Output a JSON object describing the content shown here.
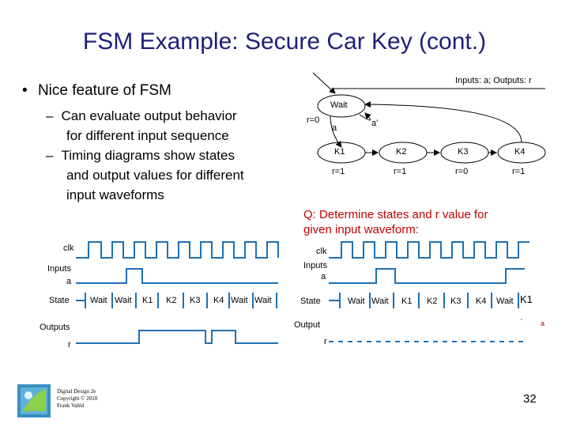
{
  "title": "FSM Example: Secure Car Key (cont.)",
  "bullet": {
    "marker": "•",
    "text": "Nice feature of FSM",
    "subs": [
      {
        "dash": "–",
        "lines": [
          "Can evaluate output behavior",
          "for different input sequence"
        ]
      },
      {
        "dash": "–",
        "lines": [
          "Timing diagrams show states",
          "and output values for different",
          "input waveforms"
        ]
      }
    ]
  },
  "fsm": {
    "header": "Inputs: a; Outputs: r",
    "wait_state": "Wait",
    "wait_output": "r=0",
    "edge_a": "a",
    "edge_a_not": "a'",
    "states": [
      {
        "name": "K1",
        "output": "r=1"
      },
      {
        "name": "K2",
        "output": "r=1"
      },
      {
        "name": "K3",
        "output": "r=0"
      },
      {
        "name": "K4",
        "output": "r=1"
      }
    ]
  },
  "question": [
    "Q: Determine states and r value for",
    "given input waveform:"
  ],
  "left_timing": {
    "labels": {
      "clk": "clk",
      "inputs": "Inputs",
      "a": "a",
      "state": "State",
      "outputs": "Outputs",
      "r": "r"
    },
    "states": [
      "Wait",
      "Wait",
      "K1",
      "K2",
      "K3",
      "K4",
      "Wait",
      "Wait"
    ]
  },
  "right_timing": {
    "labels": {
      "clk": "clk",
      "inputs": "Inputs",
      "a": "a",
      "state": "State",
      "output": "Output",
      "r": "r"
    },
    "states": [
      "Wait",
      "Wait",
      "K1",
      "K2",
      "K3",
      "K4",
      "Wait",
      "K1"
    ],
    "dot": "·",
    "red_mark": "a"
  },
  "credit": [
    "Digital Design 2e",
    "Copyright © 2010",
    "Frank Vahid"
  ],
  "page_number": "32",
  "colors": {
    "title": "#1f1f7a",
    "waveform": "#1f6fb4",
    "question": "#c00000"
  }
}
